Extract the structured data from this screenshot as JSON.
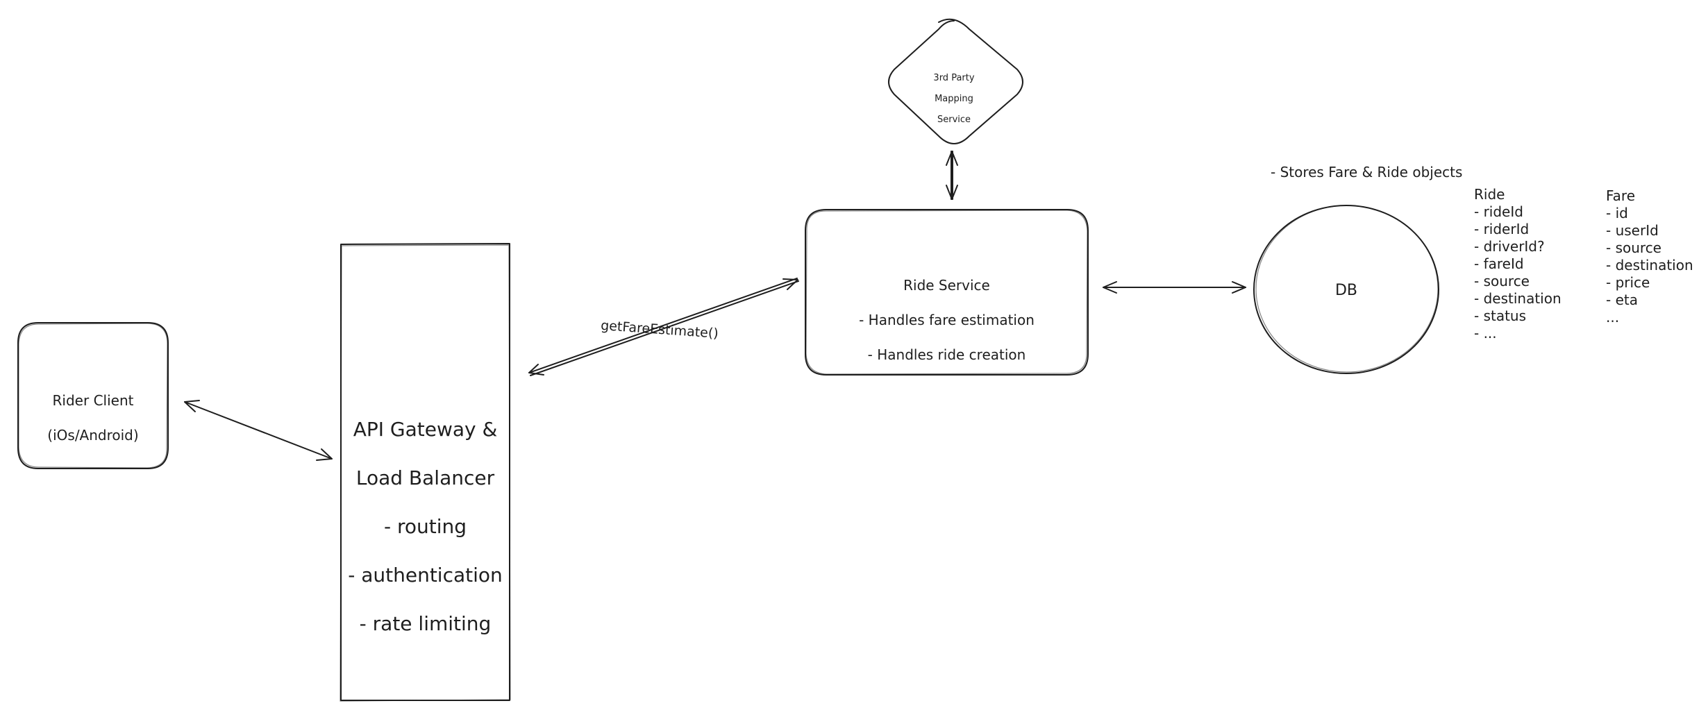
{
  "rider_client": {
    "title": "Rider Client",
    "subtitle": "(iOs/Android)"
  },
  "api_gateway": {
    "lines": [
      "API Gateway &",
      "Load Balancer",
      "- routing",
      "- authentication",
      "- rate limiting"
    ]
  },
  "ride_service": {
    "lines": [
      "Ride Service",
      "- Handles fare estimation",
      "- Handles ride creation"
    ]
  },
  "mapping_service": {
    "lines": [
      "3rd Party",
      "Mapping",
      "Service"
    ]
  },
  "db": {
    "label": "DB",
    "note": "- Stores Fare & Ride objects"
  },
  "edge_labels": {
    "gateway_to_ride_service": "getFareEstimate()"
  },
  "ride_object": {
    "title": "Ride",
    "fields": [
      "- rideId",
      "- riderId",
      "- driverId?",
      "- fareId",
      "- source",
      "- destination",
      "- status",
      "- ..."
    ]
  },
  "fare_object": {
    "title": "Fare",
    "fields": [
      "- id",
      "- userId",
      "- source",
      "- destination",
      "- price",
      "- eta",
      "..."
    ]
  },
  "colors": {
    "stroke": "#1e1e1e",
    "background": "#ffffff"
  }
}
